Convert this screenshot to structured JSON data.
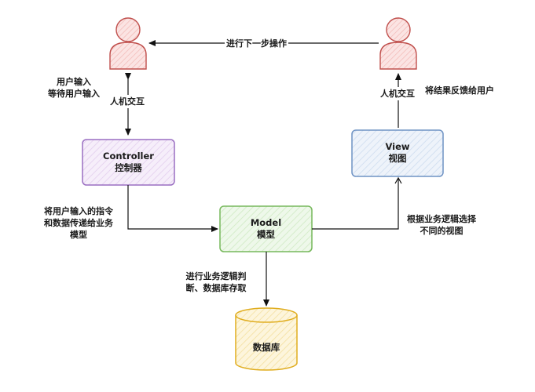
{
  "nodes": {
    "controller": {
      "title": "Controller",
      "subtitle": "控制器",
      "border": "#9a6fc2",
      "fill": "#e9dcf2"
    },
    "view": {
      "title": "View",
      "subtitle": "视图",
      "border": "#6f93c4",
      "fill": "#dce7f4"
    },
    "model": {
      "title": "Model",
      "subtitle": "模型",
      "border": "#77b85c",
      "fill": "#ddf0d4"
    },
    "database": {
      "label": "数据库",
      "border": "#e0ad1f",
      "fill": "#fbeec2"
    },
    "user_left": {
      "icon": "person-icon",
      "border": "#c0504d",
      "fill": "#f6d3d1"
    },
    "user_right": {
      "icon": "person-icon",
      "border": "#c0504d",
      "fill": "#f6d3d1"
    }
  },
  "labels": {
    "next_step": "进行下一步操作",
    "user_input_line1": "用户输入",
    "user_input_line2": "等待用户输入",
    "hci_left": "人机交互",
    "hci_right": "人机交互",
    "feedback": "将结果反馈给用户",
    "pass_input_line1": "将用户输入的指令",
    "pass_input_line2": "和数据传递给业务",
    "pass_input_line3": "模型",
    "select_view_line1": "根据业务逻辑选择",
    "select_view_line2": "不同的视图",
    "business_line1": "进行业务逻辑判",
    "business_line2": "断、数据库存取"
  }
}
